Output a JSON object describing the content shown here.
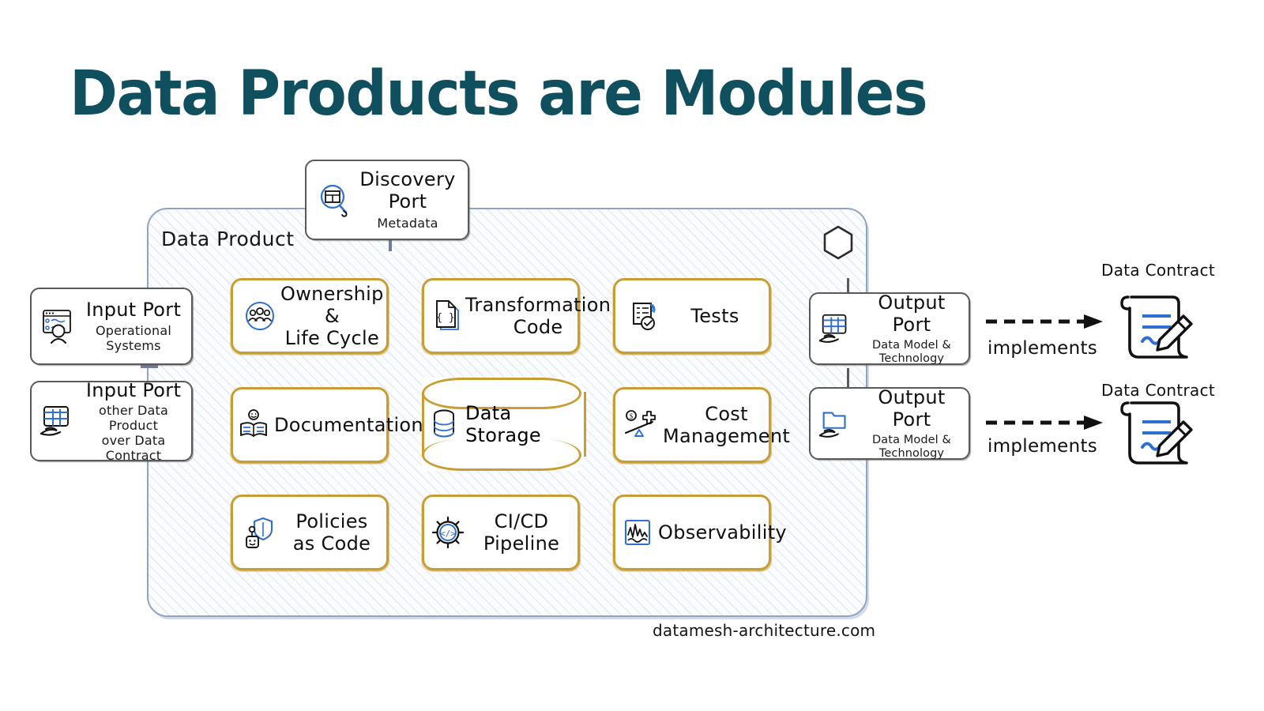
{
  "title": "Data Products are Modules",
  "container": {
    "label": "Data Product",
    "hexagon_icon": "hexagon-icon"
  },
  "discovery_port": {
    "label": "Discovery Port",
    "subtitle": "Metadata",
    "icon": "magnifier-table-icon"
  },
  "input_ports": [
    {
      "label": "Input Port",
      "subtitle": "Operational Systems",
      "subtitle2": "",
      "icon": "browser-user-icon"
    },
    {
      "label": "Input Port",
      "subtitle": "other Data Product",
      "subtitle2": "over Data Contract",
      "icon": "table-hand-icon"
    }
  ],
  "output_ports": [
    {
      "label": "Output Port",
      "subtitle": "Data Model & Technology",
      "icon": "table-hand-icon"
    },
    {
      "label": "Output Port",
      "subtitle": "Data Model & Technology",
      "icon": "folder-hand-icon"
    }
  ],
  "modules": [
    {
      "line1": "Ownership &",
      "line2": "Life Cycle",
      "icon": "people-circle-icon",
      "shape": "rect"
    },
    {
      "line1": "Transformation",
      "line2": "Code",
      "icon": "code-file-icon",
      "shape": "rect"
    },
    {
      "line1": "Tests",
      "line2": "",
      "icon": "checklist-icon",
      "shape": "rect"
    },
    {
      "line1": "Documentation",
      "line2": "",
      "icon": "book-reader-icon",
      "shape": "rect"
    },
    {
      "line1": "Data Storage",
      "line2": "",
      "icon": "database-icon",
      "shape": "cylinder"
    },
    {
      "line1": "Cost",
      "line2": "Management",
      "icon": "cost-scale-icon",
      "shape": "rect"
    },
    {
      "line1": "Policies",
      "line2": "as Code",
      "icon": "robot-shield-icon",
      "shape": "rect"
    },
    {
      "line1": "CI/CD Pipeline",
      "line2": "",
      "icon": "gear-code-icon",
      "shape": "rect"
    },
    {
      "line1": "Observability",
      "line2": "",
      "icon": "monitor-chart-icon",
      "shape": "rect"
    }
  ],
  "contracts": [
    {
      "label": "Data Contract",
      "relation": "implements",
      "icon": "scroll-pen-icon"
    },
    {
      "label": "Data Contract",
      "relation": "implements",
      "icon": "scroll-pen-icon"
    }
  ],
  "footer": "datamesh-architecture.com",
  "colors": {
    "title": "#10505e",
    "gold_border": "#c89d33",
    "container_border": "#8fa4c4",
    "gray_border": "#595959",
    "accent_blue": "#2f6fd0"
  }
}
